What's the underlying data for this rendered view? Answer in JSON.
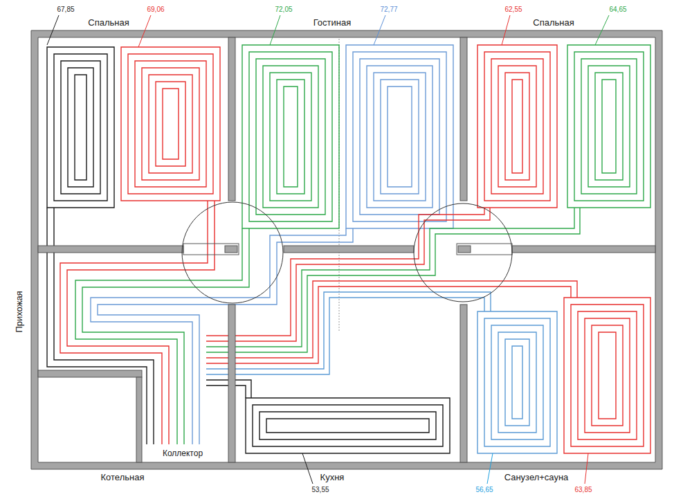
{
  "diagram": {
    "labels": [
      "67,85",
      "Спальная",
      "69,06",
      "72,05",
      "Гостиная",
      "72,77",
      "62,55",
      "Спальная",
      "64,65",
      "Прихожая",
      "Коллектор",
      "Котельная",
      "Кухня",
      "53,55",
      "Санузел+сауна",
      "56,65",
      "63,85"
    ]
  }
}
